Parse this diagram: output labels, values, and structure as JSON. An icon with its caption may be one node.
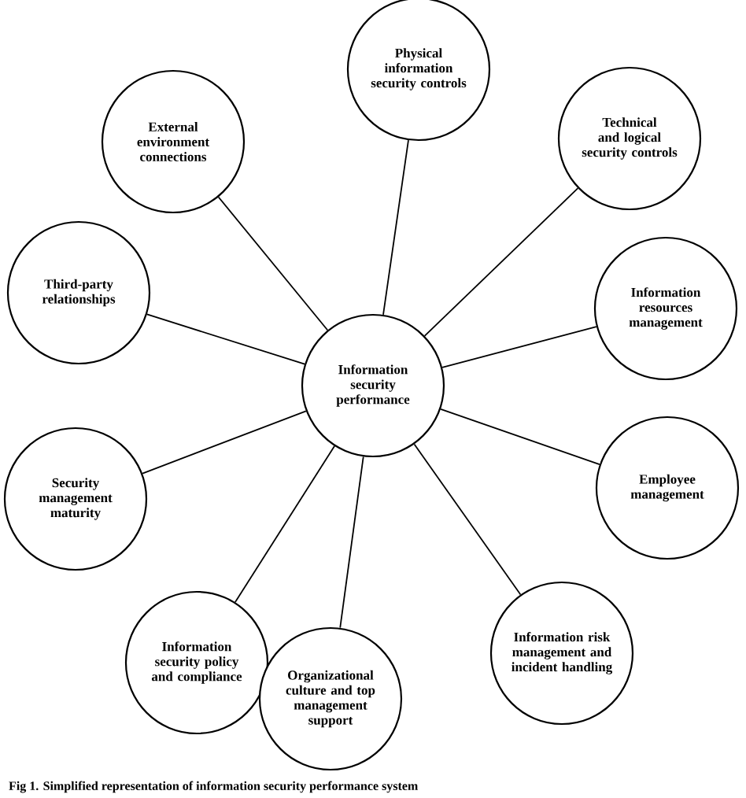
{
  "diagram": {
    "caption": "Fig 1. Simplified representation of information security performance system",
    "nodes": [
      {
        "text": [
          "Information security performance"
        ]
      },
      {
        "text": [
          "Physical information security controls"
        ]
      },
      {
        "text": [
          "External environment connections"
        ]
      },
      {
        "text": [
          "Technical and logical security controls"
        ]
      },
      {
        "text": [
          "Third-party relationships"
        ]
      },
      {
        "text": [
          "Information resources management"
        ]
      },
      {
        "text": [
          "Employee management"
        ]
      },
      {
        "text": [
          "Security management maturity"
        ]
      },
      {
        "text": [
          "Information risk management and incident handling"
        ]
      },
      {
        "text": [
          "Information security policy and compliance"
        ]
      },
      {
        "text": [
          "Organizational culture and top management support"
        ]
      }
    ],
    "edges": [
      {
        "from": 0,
        "to": 1,
        "arrow": "none"
      },
      {
        "from": 0,
        "to": 2,
        "arrow": "none"
      },
      {
        "from": 0,
        "to": 3,
        "arrow": "none"
      },
      {
        "from": 0,
        "to": 4,
        "arrow": "none"
      },
      {
        "from": 0,
        "to": 5,
        "arrow": "none"
      },
      {
        "from": 0,
        "to": 6,
        "arrow": "none"
      },
      {
        "from": 0,
        "to": 7,
        "arrow": "none"
      },
      {
        "from": 0,
        "to": 8,
        "arrow": "none"
      },
      {
        "from": 0,
        "to": 9,
        "arrow": "none"
      },
      {
        "from": 0,
        "to": 10,
        "arrow": "none"
      }
    ]
  }
}
